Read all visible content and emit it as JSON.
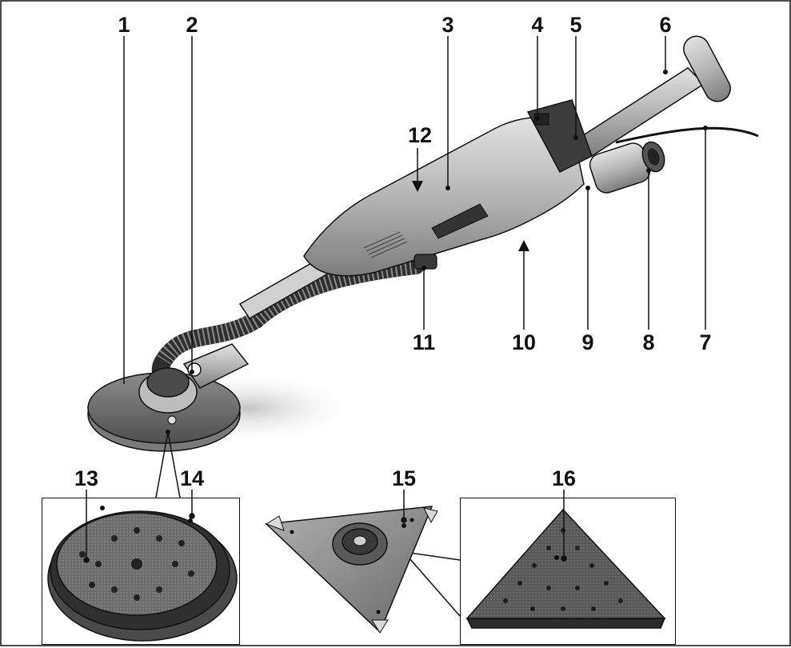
{
  "callouts": {
    "c1": "1",
    "c2": "2",
    "c3": "3",
    "c4": "4",
    "c5": "5",
    "c6": "6",
    "c7": "7",
    "c8": "8",
    "c9": "9",
    "c10": "10",
    "c11": "11",
    "c12": "12",
    "c13": "13",
    "c14": "14",
    "c15": "15",
    "c16": "16"
  },
  "colors": {
    "outline": "#111111",
    "body_light": "#c8c8c8",
    "body_mid": "#9a9a9a",
    "body_dark": "#555555",
    "hose": "#3a3a3a",
    "pad": "#6e6e6e"
  }
}
